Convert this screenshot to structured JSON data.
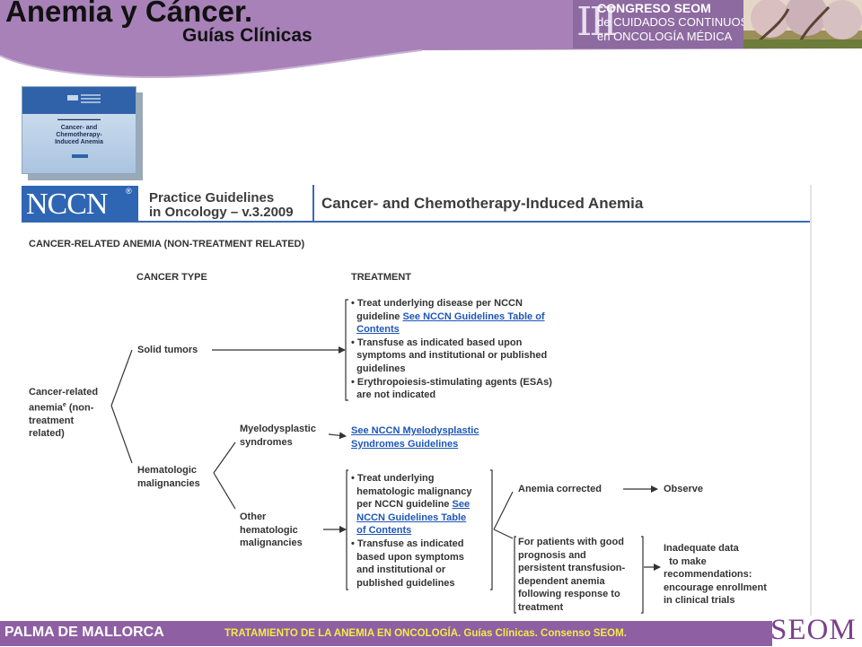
{
  "header": {
    "title": "Anemia y Cáncer.",
    "subtitle": "Guías Clínicas",
    "congress": {
      "numeral": "III",
      "line1": "CONGRESO SEOM",
      "line2": "de CUIDADOS CONTINUOS",
      "line3": "en ONCOLOGÍA MÉDICA"
    }
  },
  "cover": {
    "title_lines": [
      "Cancer- and",
      "Chemotherapy-",
      "Induced Anemia"
    ]
  },
  "banner": {
    "logo": "NCCN",
    "logo_reg": "®",
    "guidelines_line1": "Practice Guidelines",
    "guidelines_line2": "in Oncology – v.3.2009",
    "title": "Cancer- and Chemotherapy-Induced Anemia"
  },
  "flow": {
    "section_title": "CANCER-RELATED ANEMIA (NON-TREATMENT RELATED)",
    "col_cancer_type": "CANCER TYPE",
    "col_treatment": "TREATMENT",
    "root": [
      "Cancer-related",
      "anemia",
      "(non-",
      "treatment",
      "related)"
    ],
    "root_sup": "e",
    "solid_tumors": "Solid tumors",
    "solid_treatment": {
      "b1_l1": "Treat underlying disease per NCCN",
      "b1_l2": "guideline",
      "b1_link1": "See NCCN Guidelines Table of",
      "b1_link2": "Contents",
      "b2_l1": "Transfuse as indicated based upon",
      "b2_l2": "symptoms and institutional or published",
      "b2_l3": "guidelines",
      "b3_l1": "Erythropoiesis-stimulating agents (ESAs)",
      "b3_l2": "are not indicated"
    },
    "hematologic": [
      "Hematologic",
      "malignancies"
    ],
    "myelodysplastic": [
      "Myelodysplastic",
      "syndromes"
    ],
    "myelo_link": [
      "See NCCN Myelodysplastic",
      "Syndromes Guidelines"
    ],
    "other_hematologic": [
      "Other",
      "hematologic",
      "malignancies"
    ],
    "heme_treatment": {
      "l1": "Treat underlying",
      "l2": "hematologic malignancy",
      "l3": "per NCCN guideline",
      "link1": "See",
      "link2": "NCCN Guidelines Table",
      "link3": "of Contents",
      "l4": "Transfuse as indicated",
      "l5": "based upon symptoms",
      "l6": "and institutional or",
      "l7": "published guidelines"
    },
    "anemia_corrected": "Anemia corrected",
    "observe": "Observe",
    "good_prognosis": [
      "For patients with good",
      "prognosis and",
      "persistent transfusion-",
      "dependent anemia",
      "following response to",
      "treatment"
    ],
    "inadequate": [
      "Inadequate data",
      "to make",
      "recommendations:",
      "encourage enrollment",
      "in clinical trials"
    ]
  },
  "footer": {
    "left": "PALMA DE MALLORCA",
    "center": "TRATAMIENTO DE LA ANEMIA EN ONCOLOGÍA. Guías Clínicas. Consenso SEOM.",
    "logo": "SEOM"
  },
  "colors": {
    "purple": "#a07cb3",
    "link_blue": "#1d56b8",
    "nccn_blue": "#2f66b3",
    "footer_text": "#f6e94a"
  }
}
